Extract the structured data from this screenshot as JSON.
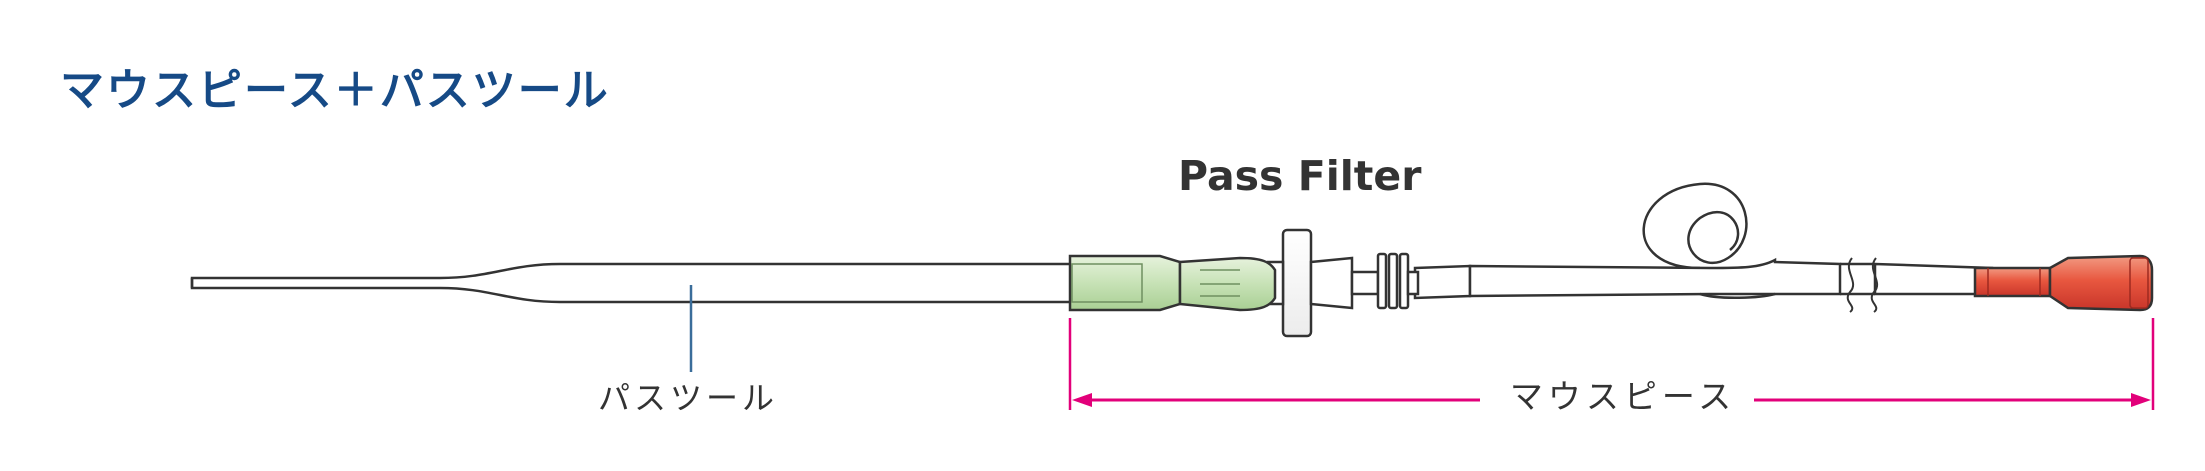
{
  "title": "マウスピース＋パスツール",
  "filter_label": "Pass Filter",
  "pass_tool_label": "パスツール",
  "mouthpiece_label": "マウスピース",
  "colors": {
    "title": "#164a86",
    "dimension_arrow": "#e2007a",
    "pointer_line": "#3a6d9a",
    "green_connector": "#c9e3b9",
    "red_tip": "#e5533f",
    "outline": "#333333"
  }
}
